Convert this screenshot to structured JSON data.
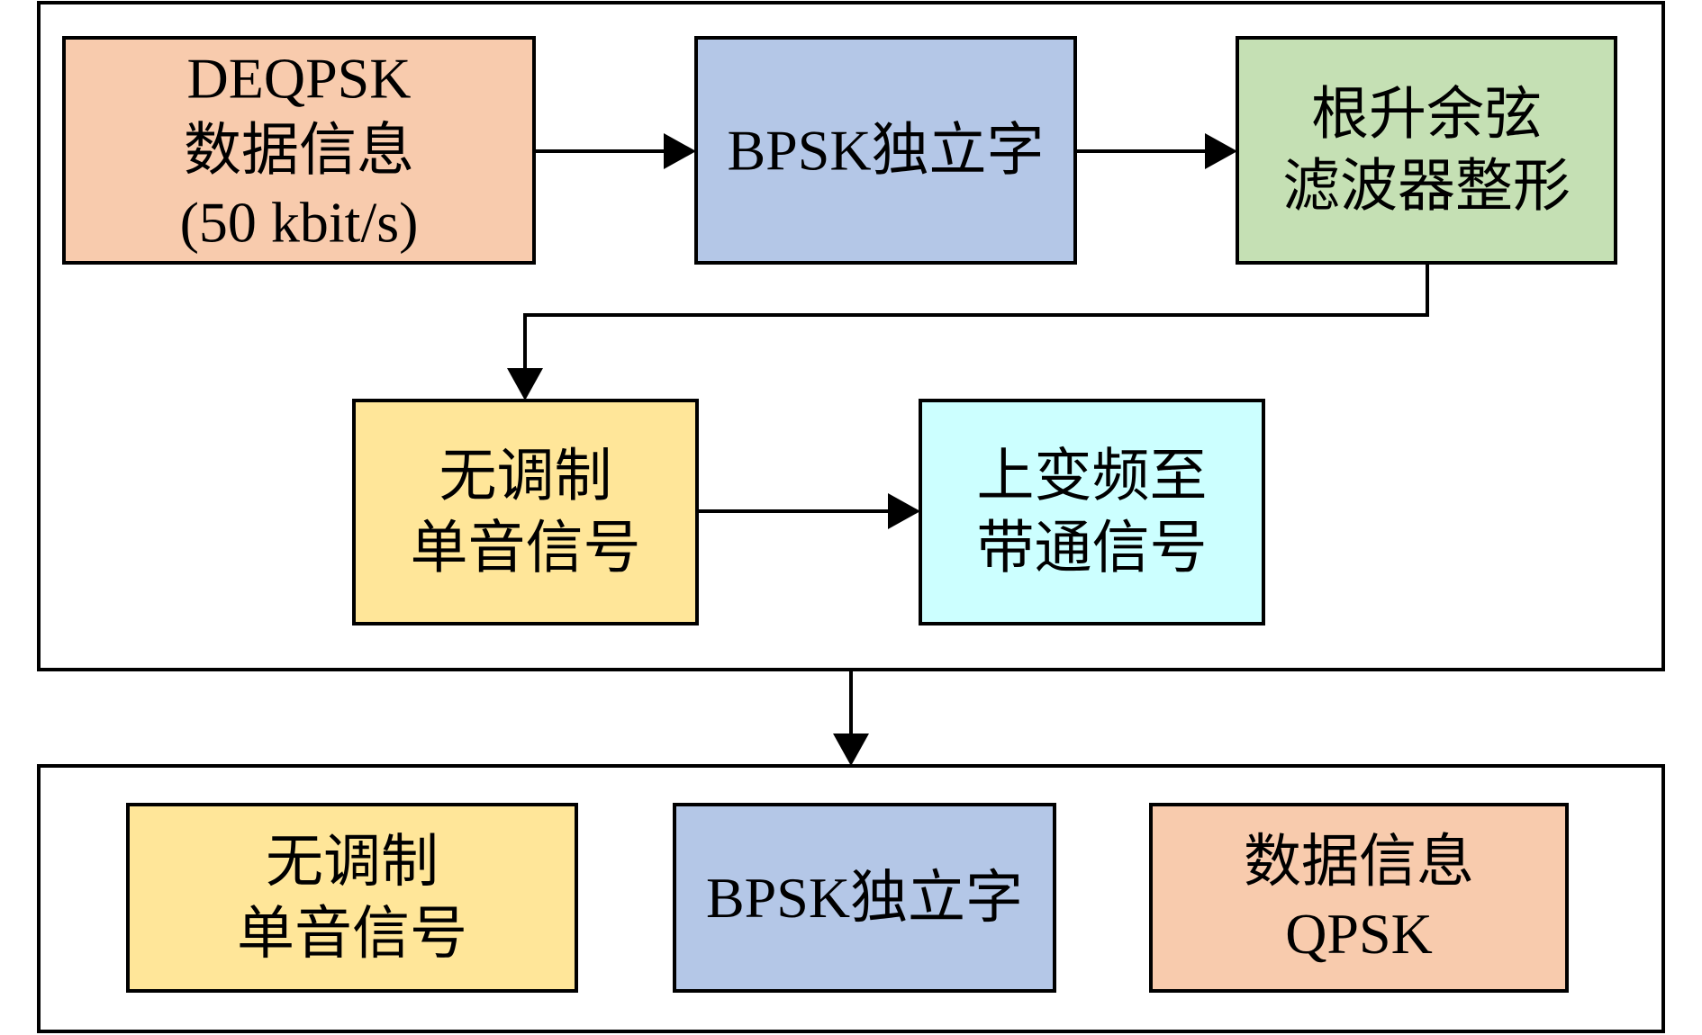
{
  "diagram": {
    "type": "block-diagram",
    "groups": {
      "transmitter": {
        "blocks": [
          {
            "id": "deqpsk-data",
            "lines": [
              "DEQPSK",
              "数据信息",
              "(50 kbit/s)"
            ],
            "color": "#f8cbad"
          },
          {
            "id": "bpsk-uw",
            "lines": [
              "BPSK独立字"
            ],
            "color": "#b4c7e7"
          },
          {
            "id": "rrc-filter",
            "lines": [
              "根升余弦",
              "滤波器整形"
            ],
            "color": "#c5e0b4"
          },
          {
            "id": "unmod-tone",
            "lines": [
              "无调制",
              "单音信号"
            ],
            "color": "#ffe699"
          },
          {
            "id": "upconvert",
            "lines": [
              "上变频至",
              "带通信号"
            ],
            "color": "#ccffff"
          }
        ]
      },
      "frame": {
        "blocks": [
          {
            "id": "frame-tone",
            "lines": [
              "无调制",
              "单音信号"
            ],
            "color": "#ffe699"
          },
          {
            "id": "frame-uw",
            "lines": [
              "BPSK独立字"
            ],
            "color": "#b4c7e7"
          },
          {
            "id": "frame-data",
            "lines": [
              "数据信息",
              "QPSK"
            ],
            "color": "#f8cbad"
          }
        ]
      }
    },
    "edges": [
      {
        "from": "deqpsk-data",
        "to": "bpsk-uw"
      },
      {
        "from": "bpsk-uw",
        "to": "rrc-filter"
      },
      {
        "from": "rrc-filter",
        "to": "unmod-tone"
      },
      {
        "from": "unmod-tone",
        "to": "upconvert"
      },
      {
        "from": "transmitter",
        "to": "frame"
      }
    ]
  }
}
